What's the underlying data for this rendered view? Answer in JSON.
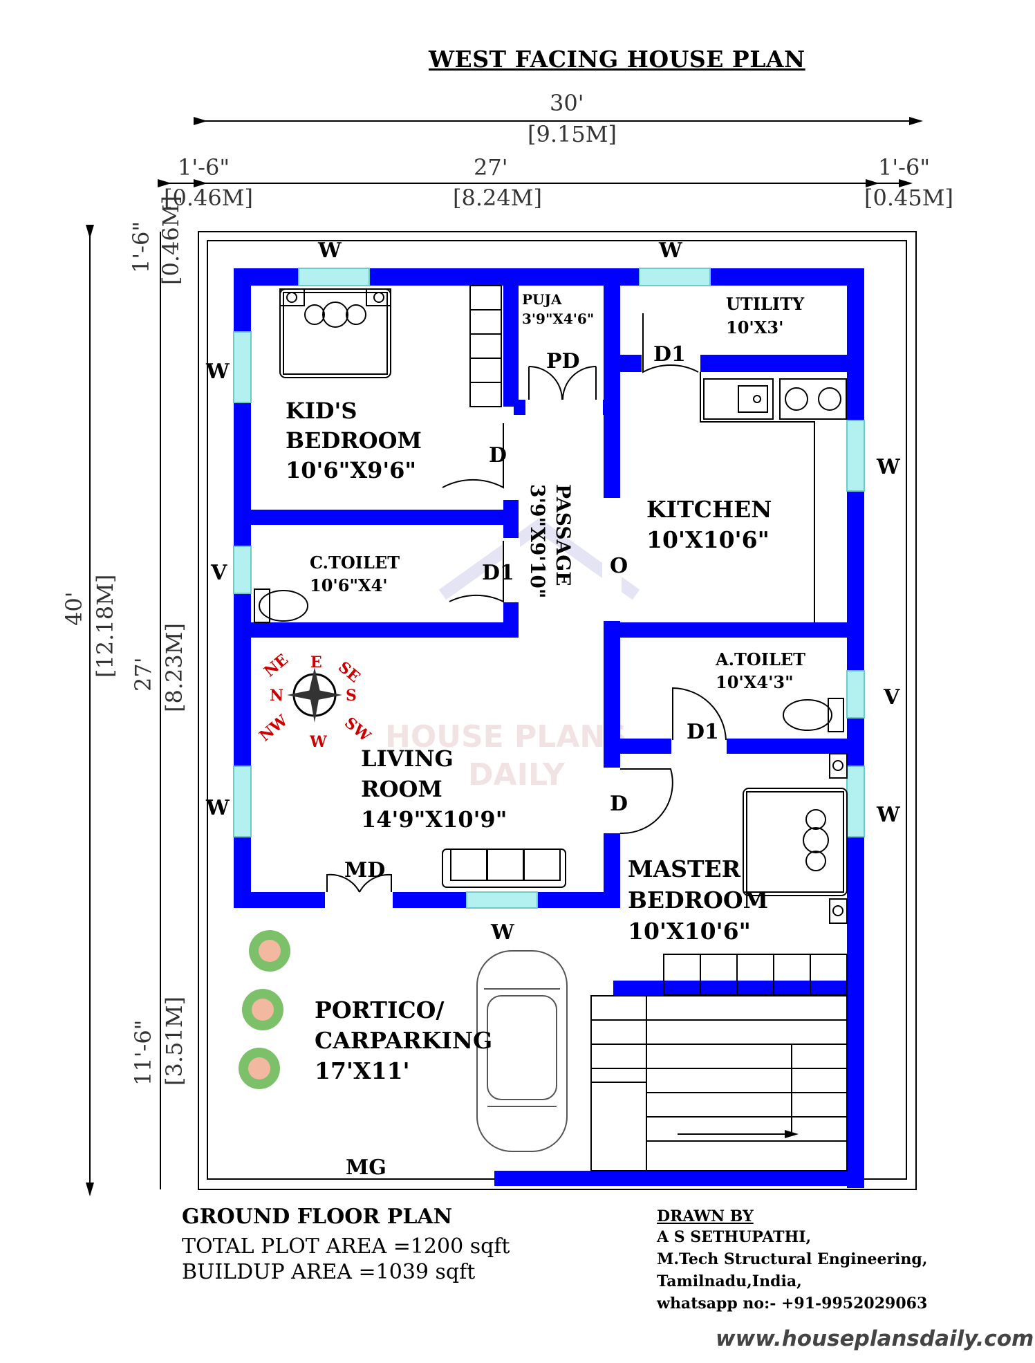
{
  "title": "WEST FACING HOUSE PLAN",
  "dimensions": {
    "overall_width_ft": "30'",
    "overall_width_m": "[9.15M]",
    "left_setback_ft": "1'-6\"",
    "left_setback_m": "[0.46M]",
    "inner_width_ft": "27'",
    "inner_width_m": "[8.24M]",
    "right_setback_ft": "1'-6\"",
    "right_setback_m": "[0.45M]",
    "overall_depth_ft": "40'",
    "overall_depth_m": "[12.18M]",
    "top_setback_ft": "1'-6\"",
    "top_setback_m": "[0.46M]",
    "inner_depth_ft": "27'",
    "inner_depth_m": "[8.23M]",
    "front_depth_ft": "11'-6\"",
    "front_depth_m": "[3.51M]"
  },
  "rooms": {
    "kids_bedroom": {
      "line1": "KID'S",
      "line2": "BEDROOM",
      "size": "10'6\"X9'6\""
    },
    "puja": {
      "name": "PUJA",
      "size": "3'9\"X4'6\""
    },
    "utility": {
      "name": "UTILITY",
      "size": "10'X3'"
    },
    "passage": {
      "name": "PASSAGE",
      "size": "3'9\"X9'10\""
    },
    "kitchen": {
      "name": "KITCHEN",
      "size": "10'X10'6\""
    },
    "common_toilet": {
      "name": "C.TOILET",
      "size": "10'6\"X4'"
    },
    "attached_toilet": {
      "name": "A.TOILET",
      "size": "10'X4'3\""
    },
    "living_room": {
      "line1": "LIVING",
      "line2": "ROOM",
      "size": "14'9\"X10'9\""
    },
    "master_bedroom": {
      "line1": "MASTER",
      "line2": "BEDROOM",
      "size": "10'X10'6\""
    },
    "portico": {
      "line1": "PORTICO/",
      "line2": "CARPARKING",
      "size": "17'X11'"
    }
  },
  "labels": {
    "window": "W",
    "ventilator": "V",
    "door": "D",
    "door1": "D1",
    "puja_door": "PD",
    "main_door": "MD",
    "main_gate": "MG",
    "opening": "O"
  },
  "compass": {
    "n": "N",
    "e": "E",
    "s": "S",
    "w": "W",
    "ne": "NE",
    "se": "SE",
    "nw": "NW",
    "sw": "SW"
  },
  "watermark": {
    "line1": "HOUSE PLANS",
    "line2": "DAILY"
  },
  "footer": {
    "plan_name": "GROUND FLOOR PLAN",
    "plot_area": "TOTAL PLOT AREA =1200 sqft",
    "buildup_area": "BUILDUP AREA =1039 sqft",
    "drawn_by_label": "DRAWN BY",
    "author": "A S SETHUPATHI,",
    "qualification": "M.Tech Structural Engineering,",
    "location": "Tamilnadu,India,",
    "contact": "whatsapp no:- +91-9952029063",
    "website": "www.houseplansdaily.com"
  },
  "colors": {
    "wall": "#0000FF",
    "window": "#B3F0F0",
    "compass_red": "#CC0000",
    "watermark": "#E8D5D5"
  }
}
